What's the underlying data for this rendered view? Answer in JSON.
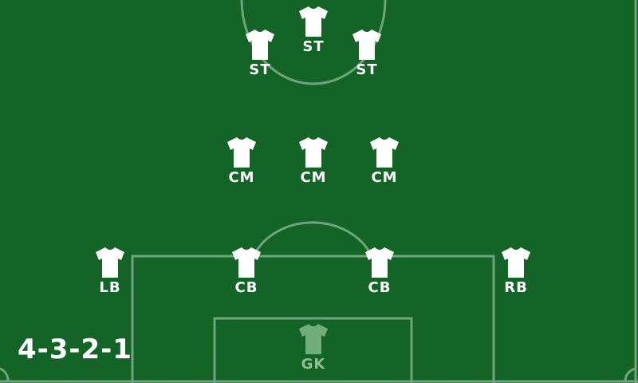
{
  "formation": "4-3-2-1",
  "colors": {
    "pitch": "#156427",
    "lines": "#6fa57b",
    "shirt": "#ffffff",
    "gk_shirt": "#6fae7c",
    "gk_label": "#8fbf98"
  },
  "players": [
    {
      "id": "st-1",
      "position": "ST",
      "icon": "shirt-icon"
    },
    {
      "id": "st-2",
      "position": "ST",
      "icon": "shirt-icon"
    },
    {
      "id": "st-3",
      "position": "ST",
      "icon": "shirt-icon"
    },
    {
      "id": "cm-1",
      "position": "CM",
      "icon": "shirt-icon"
    },
    {
      "id": "cm-2",
      "position": "CM",
      "icon": "shirt-icon"
    },
    {
      "id": "cm-3",
      "position": "CM",
      "icon": "shirt-icon"
    },
    {
      "id": "lb",
      "position": "LB",
      "icon": "shirt-icon"
    },
    {
      "id": "cb-1",
      "position": "CB",
      "icon": "shirt-icon"
    },
    {
      "id": "cb-2",
      "position": "CB",
      "icon": "shirt-icon"
    },
    {
      "id": "rb",
      "position": "RB",
      "icon": "shirt-icon"
    },
    {
      "id": "gk",
      "position": "GK",
      "icon": "goalkeeper-shirt-icon"
    }
  ]
}
